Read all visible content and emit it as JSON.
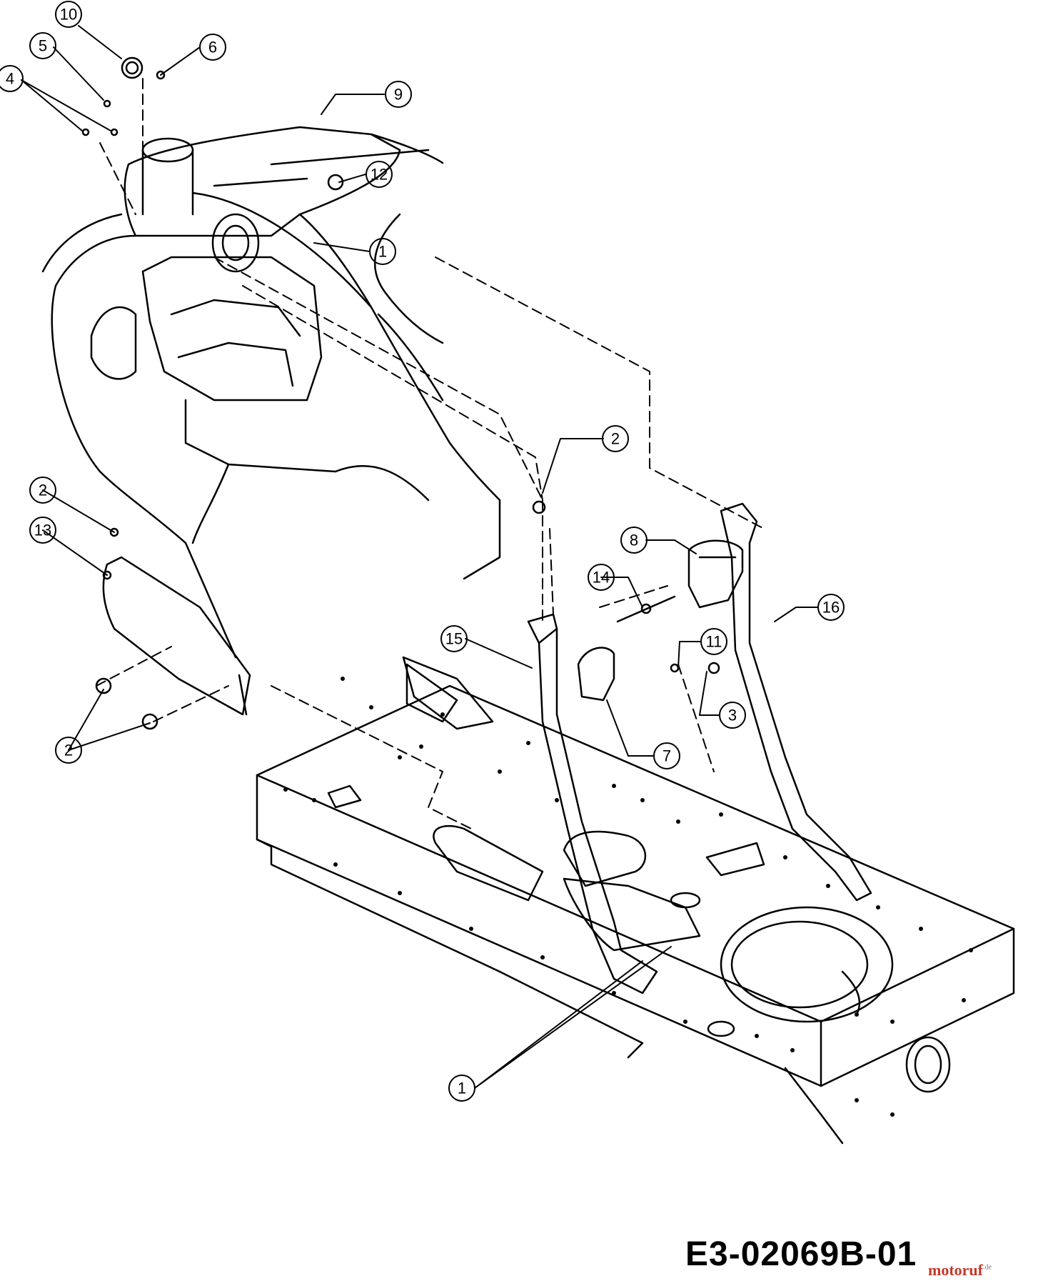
{
  "callouts": [
    {
      "id": "10",
      "label": "10"
    },
    {
      "id": "5",
      "label": "5"
    },
    {
      "id": "6",
      "label": "6"
    },
    {
      "id": "4",
      "label": "4"
    },
    {
      "id": "9",
      "label": "9"
    },
    {
      "id": "12",
      "label": "12"
    },
    {
      "id": "1a",
      "label": "1"
    },
    {
      "id": "2a",
      "label": "2"
    },
    {
      "id": "2b",
      "label": "2"
    },
    {
      "id": "13",
      "label": "13"
    },
    {
      "id": "8",
      "label": "8"
    },
    {
      "id": "14",
      "label": "14"
    },
    {
      "id": "16",
      "label": "16"
    },
    {
      "id": "15",
      "label": "15"
    },
    {
      "id": "11",
      "label": "11"
    },
    {
      "id": "3",
      "label": "3"
    },
    {
      "id": "7",
      "label": "7"
    },
    {
      "id": "2c",
      "label": "2"
    },
    {
      "id": "1b",
      "label": "1"
    }
  ],
  "drawing_id": "E3-02069B-01",
  "watermark": {
    "name": "motoruf",
    "suffix": ".de"
  }
}
